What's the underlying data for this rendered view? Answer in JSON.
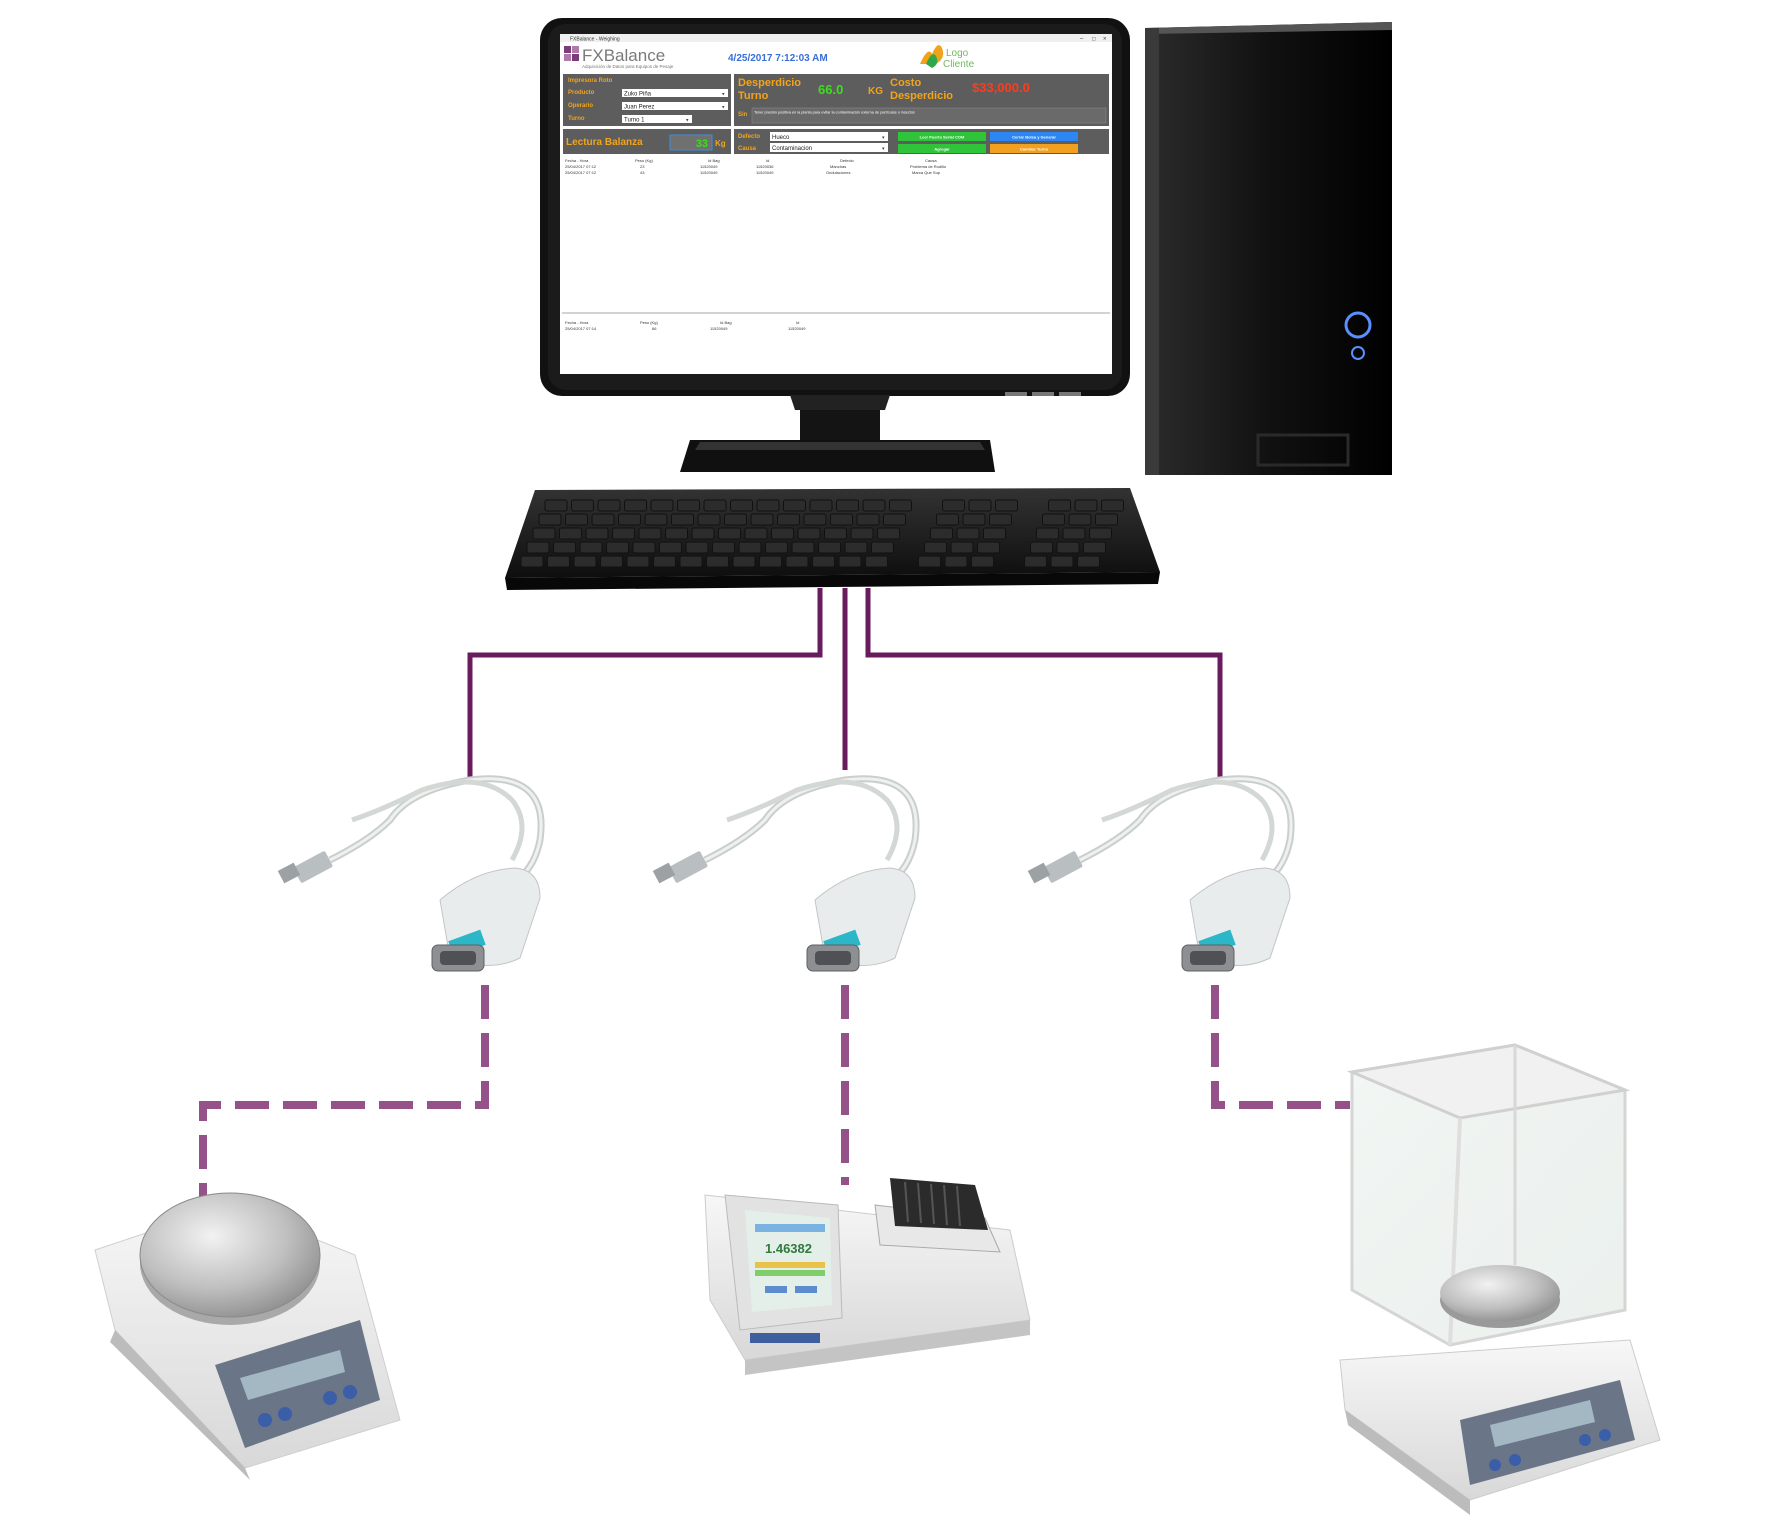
{
  "app": {
    "window_title": "FXBalance - Weighing",
    "logo_text": "FXBalance",
    "logo_subtitle": "Adquisición de Datos para Equipos de Pesaje",
    "datetime": "4/25/2017 7:12:03 AM",
    "client_logo_line1": "Logo",
    "client_logo_line2": "Cliente"
  },
  "form": {
    "section_title": "Impresora Roto",
    "producto_label": "Producto",
    "producto_value": "Zuko Piña",
    "operario_label": "Operario",
    "operario_value": "Juan Perez",
    "turno_label": "Turno",
    "turno_value": "Turno 1",
    "desperdicio_label_1": "Desperdicio",
    "desperdicio_label_2": "Turno",
    "desperdicio_value": "66.0",
    "desperdicio_unit": "KG",
    "costo_label_1": "Costo",
    "costo_label_2": "Desperdicio",
    "costo_value": "$33,000.0",
    "sin_label": "Sin",
    "sin_text": "Tener presión positiva en la planta para evitar la contaminación externa de partículas o insectos",
    "lectura_label": "Lectura Balanza",
    "lectura_value": "33",
    "lectura_unit": "Kg",
    "defecto_label": "Defecto",
    "defecto_value": "Hueco",
    "causa_label": "Causa",
    "causa_value": "Contaminacion",
    "btn_leer": "Leer Puerto Serial COM",
    "btn_cerrar": "Cerrar Bolsa y Generar",
    "btn_agregar": "Agregar",
    "btn_cambiar": "Cambiar Turno"
  },
  "table1": {
    "headers": [
      "Fecha - Hora",
      "Peso (Kg)",
      "Id Bag",
      "Id",
      "Defecto",
      "Causa"
    ],
    "rows": [
      [
        "25/04/2017 07:12",
        "23",
        "11520049",
        "11520036",
        "Manchas",
        "Problema de Rodillo"
      ],
      [
        "25/04/2017 07:12",
        "43",
        "11520049",
        "11520049",
        "Ondulaciones",
        "Marca Que Sup"
      ]
    ]
  },
  "table2": {
    "headers": [
      "Fecha - Hora",
      "Peso (Kg)",
      "Id Bag",
      "Id"
    ],
    "rows": [
      [
        "25/04/2017 07:14",
        "66",
        "11520049",
        "11520049"
      ]
    ]
  },
  "devices": {
    "refractometer_reading": "1.46382"
  },
  "colors": {
    "cable": "#6a1b5e",
    "dashed_cable": "#94518a",
    "panel_gray": "#5d5d5d",
    "label_orange": "#f2a41a",
    "value_green": "#39e01b",
    "value_red": "#ff3b1f",
    "btn_green": "#2fc43a",
    "btn_blue": "#2e86f2",
    "btn_orange": "#f2a020"
  }
}
